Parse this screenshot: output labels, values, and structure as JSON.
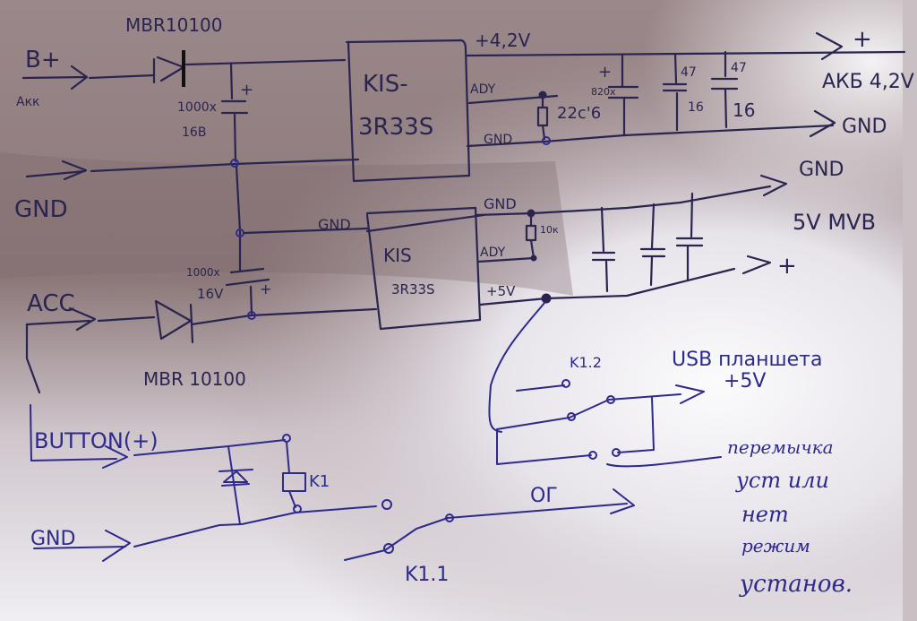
{
  "diagram": {
    "type": "hand-drawn circuit schematic",
    "inputs": {
      "b_plus": "B+",
      "b_plus_sub": "Акк",
      "gnd_top": "GND",
      "acc": "ACC",
      "button": "BUTTON(+)",
      "gnd_bottom": "GND"
    },
    "diode_top": "MBR10100",
    "diode_bottom": "MBR 10100",
    "cap1": {
      "value": "1000x",
      "voltage": "16В",
      "polarity": "+"
    },
    "cap2": {
      "value": "1000x",
      "voltage": "16V",
      "polarity": "+"
    },
    "regulator_top": {
      "line1": "KIS-",
      "line2": "3R33S",
      "pin_out": "+4,2V",
      "pin_adj": "ADY",
      "pin_gnd": "GND",
      "resistor": "22c'6",
      "out_cap": {
        "value": "820x",
        "polarity": "+"
      },
      "cap_a": {
        "value": "47",
        "voltage": "16"
      },
      "cap_b": {
        "value": "47",
        "voltage": "16"
      }
    },
    "outputs_top": {
      "plus": "+",
      "battery": "АКБ 4,2V",
      "gnd": "GND"
    },
    "regulator_bottom": {
      "line1": "KIS",
      "line2": "3R33S",
      "pin_gnd_in": "GND",
      "pin_gnd_out": "GND",
      "pin_adj": "ADY",
      "pin_out": "+5V",
      "resistor": "10к"
    },
    "outputs_bottom": {
      "gnd": "GND",
      "name": "5V MVB",
      "plus": "+"
    },
    "relay": {
      "coil": "K1",
      "contact_1": "K1.1",
      "contact_2": "K1.2",
      "contact_1_output": "ОГ"
    },
    "usb": {
      "label": "USB планшета",
      "voltage": "+5V"
    },
    "note": [
      "перемычка",
      "уст или",
      "нет",
      "режим",
      "установ."
    ]
  }
}
